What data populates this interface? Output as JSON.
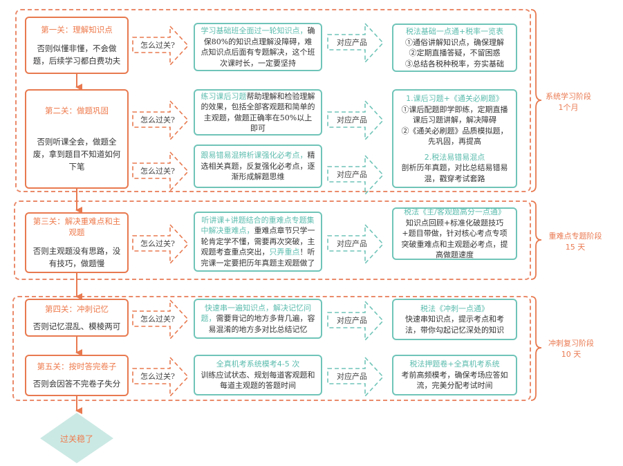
{
  "stages": [
    {
      "label": "系统学习阶段",
      "duration": "1个月"
    },
    {
      "label": "重难点专题阶段",
      "duration": "15 天"
    },
    {
      "label": "冲刺复习阶段",
      "duration": "10 天"
    }
  ],
  "gates": [
    {
      "title": "第一关：理解知识点",
      "desc": "否则似懂非懂，不会做题，后续学习都白费功夫"
    },
    {
      "title": "第二关：做题巩固",
      "desc": "否则听课全会，做题全废，拿到题目不知道如何下笔"
    },
    {
      "title": "第三关：解决重难点和主观题",
      "desc": "否则主观题没有思路，没有技巧，做题慢"
    },
    {
      "title": "第四关：冲刺记忆",
      "desc": "否则记忆混乱、模棱两可"
    },
    {
      "title": "第五关：按时答完卷子",
      "desc": "否则会因答不完卷子失分"
    }
  ],
  "how_to_pass_label": "怎么过关?",
  "product_label": "对应产品",
  "methods": [
    {
      "highlight": "学习基础班全面过一轮知识点，",
      "text": "确保80%的知识点理解没障碍，难点知识点后面有专题解决，这个班次课时长，一定要坚持"
    },
    {
      "highlight": "练习课后习题",
      "text": "帮助理解和检验理解的效果，包括全部客观题和简单的主观题，做题正确率在50%以上即可"
    },
    {
      "highlight": "跟易错易混辨析课强化必考点，",
      "text": "精选相关真题，反复强化必考点，逐渐形成解题思维"
    },
    {
      "highlight": "听讲课+讲题结合的重难点专题集中解决重难点，",
      "text": "重难点章节只学一轮肯定学不懂，需要再次突破，主观题考查重点突出，",
      "highlight2": "只弄重点",
      "text2": "！听完课一定要把历年真题主观题做了"
    },
    {
      "highlight": "快速串一遍知识点，解决记忆问题，",
      "text": "需要背记的地方多背几遍，容易混淆的地方多对比总结记忆"
    },
    {
      "highlight": "全真机考系统模考4-5 次",
      "text": "训练应试状态、规划每道客观题和每道主观题的答题时间"
    }
  ],
  "products": [
    {
      "title": "税法基础一点通+税率一览表",
      "lines": [
        "①通俗讲解知识点，确保理解",
        "②定期直播答疑，不留困惑",
        "③总结各税种税率，夯实基础"
      ]
    },
    {
      "title": "1.课后习题+《通关必刷题》",
      "lines": [
        "①课后配题即学即练，定期直播课后习题讲解，解决障碍",
        "②《通关必刷题》品质模拟题，先巩固，再提高"
      ],
      "title2": "2.税法易错易混点",
      "lines2": [
        "剖析历年真题，对比总结易错易混，戳穿考试套路"
      ]
    },
    {
      "title": "税法《主/客观题高分一点通》",
      "lines": [
        "知识点回顾+标准化破题技巧+题目带做，针对核心考点专项突破重难点和主观题必考点，提高做题速度"
      ]
    },
    {
      "title": "税法《冲刺一点通》",
      "lines": [
        "快速串知识点，提示考点和考法，带你勾起记忆深处的知识"
      ]
    },
    {
      "title": "税法押题卷+全真机考系统",
      "lines": [
        "考前高频模考，确保考场应答如流，完美分配考试时间"
      ]
    }
  ],
  "final": {
    "label": "过关稳了"
  },
  "colors": {
    "orange": "#e8794f",
    "teal": "#6fc4b8",
    "diamond_fill": "#cbe9e4"
  }
}
